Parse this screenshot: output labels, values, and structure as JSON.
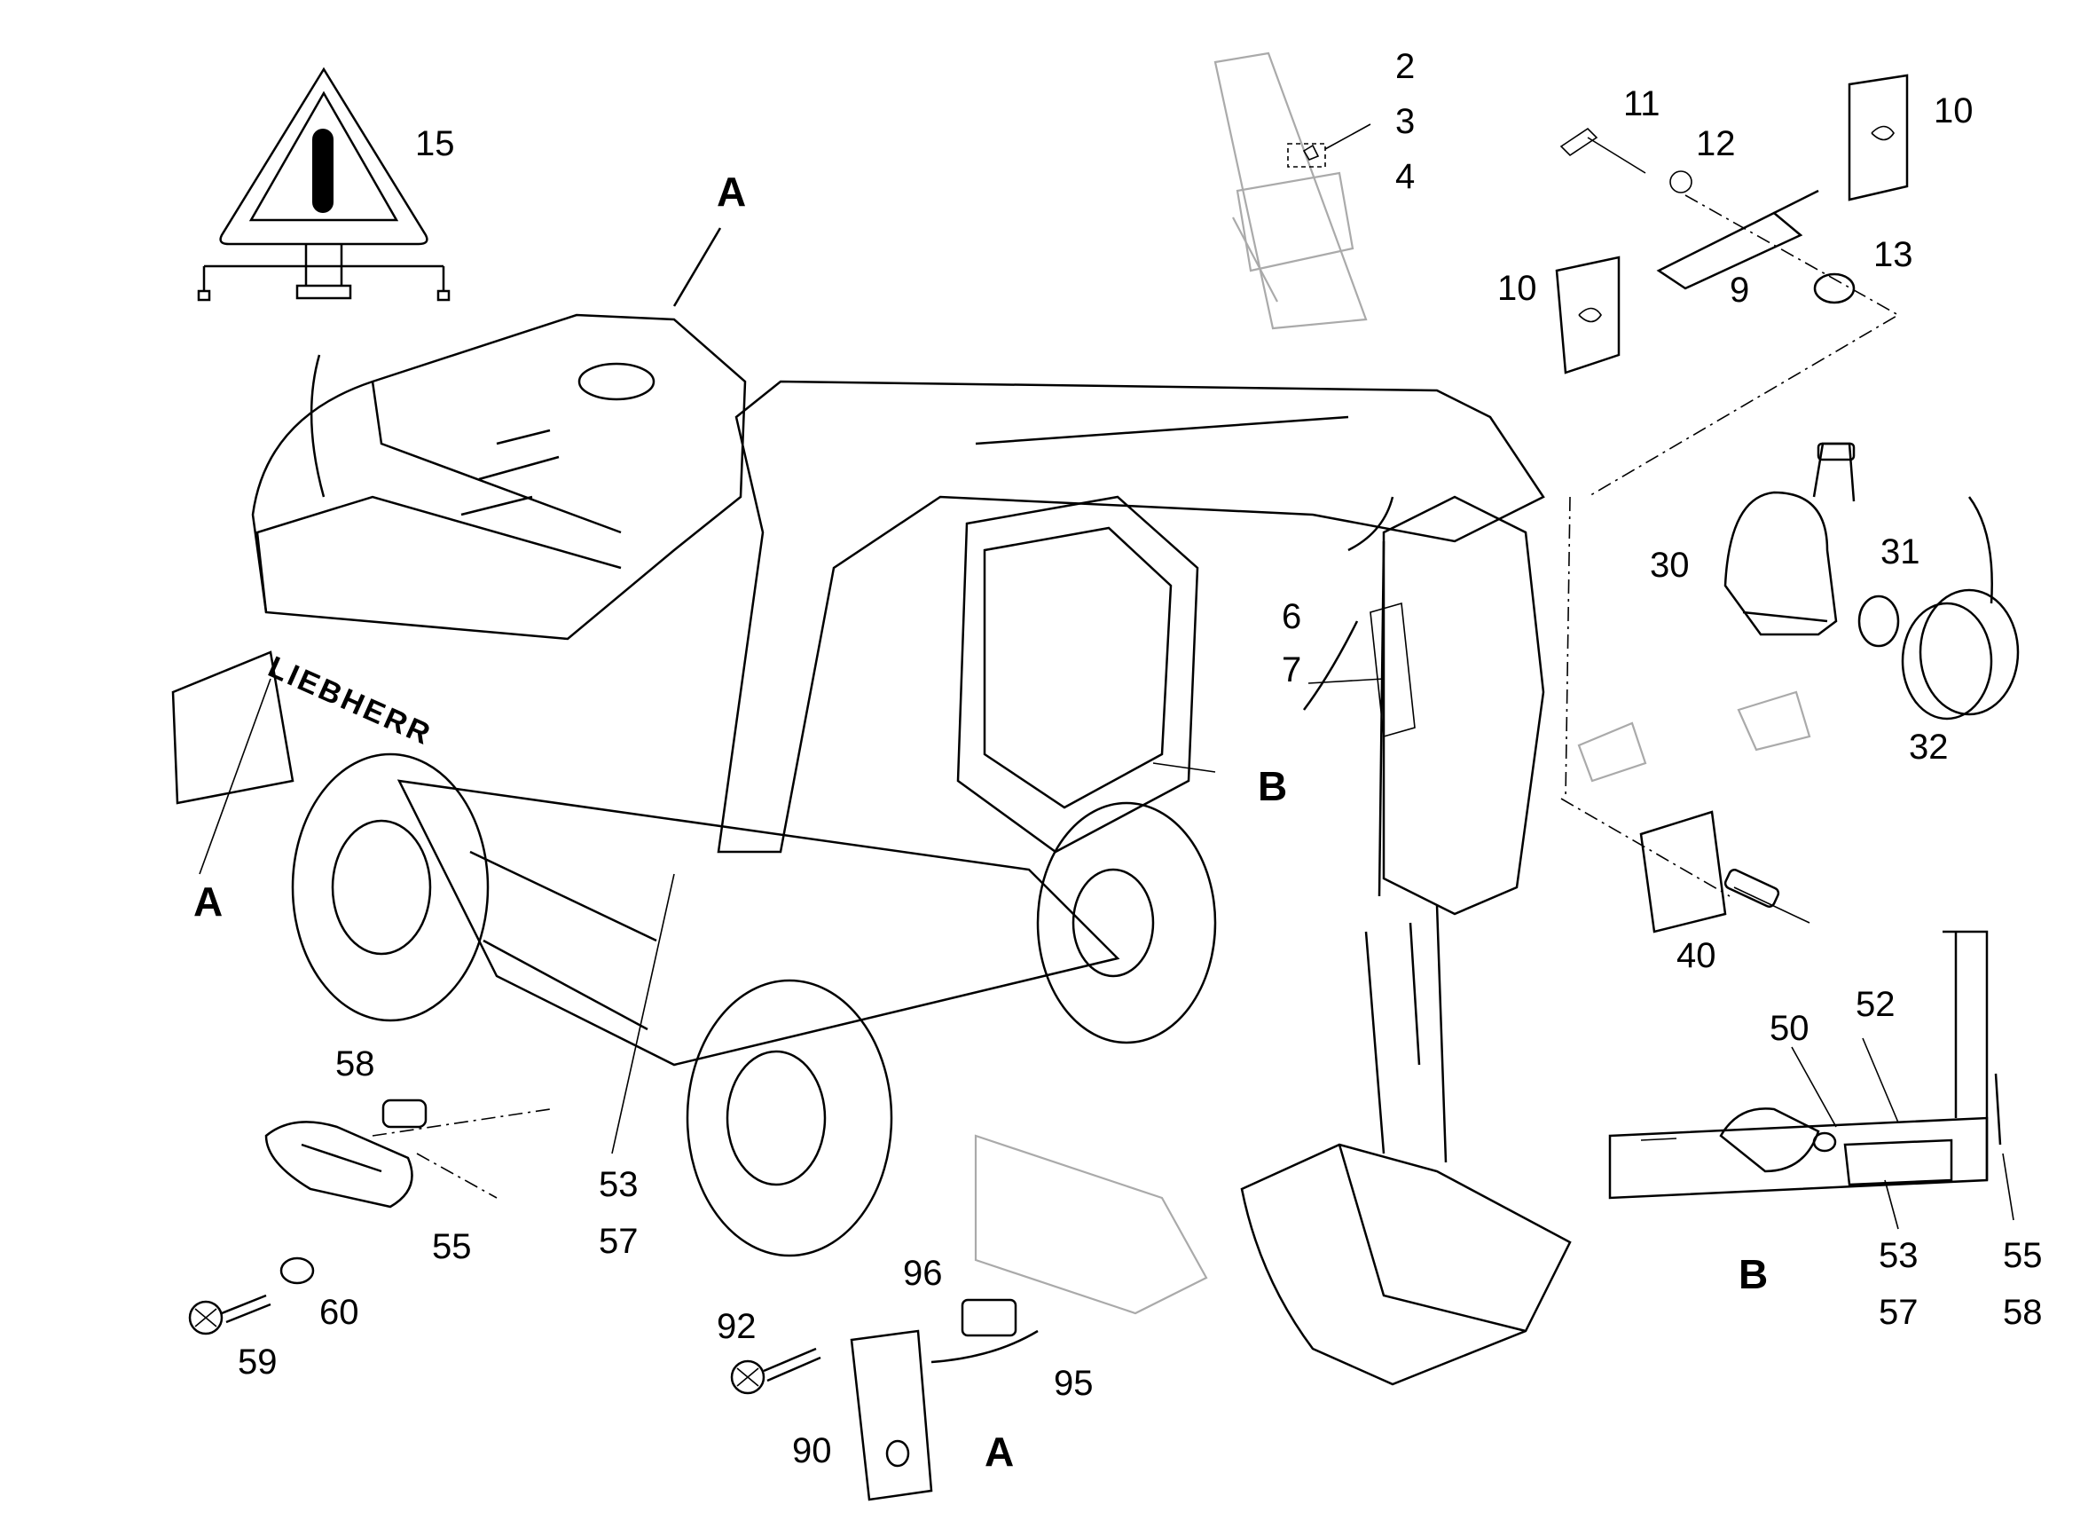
{
  "brand_text": "LIEBHERR",
  "view_labels": {
    "a_top": "A",
    "a_left": "A",
    "a_bottom": "A",
    "b_callout": "B",
    "b_detail": "B"
  },
  "callouts": {
    "c2": "2",
    "c3": "3",
    "c4": "4",
    "c6": "6",
    "c7": "7",
    "c9": "9",
    "c10a": "10",
    "c10b": "10",
    "c11": "11",
    "c12": "12",
    "c13": "13",
    "c15": "15",
    "c30": "30",
    "c31": "31",
    "c32": "32",
    "c40": "40",
    "c50": "50",
    "c52": "52",
    "c53a": "53",
    "c57a": "57",
    "c53b": "53",
    "c57b": "57",
    "c55a": "55",
    "c55b": "55",
    "c58a": "58",
    "c58b": "58",
    "c59": "59",
    "c60": "60",
    "c90": "90",
    "c92": "92",
    "c95": "95",
    "c96": "96"
  },
  "icon_names": [
    "warning-triangle-icon",
    "screw-icon",
    "bolt-icon",
    "lamp-icon"
  ]
}
